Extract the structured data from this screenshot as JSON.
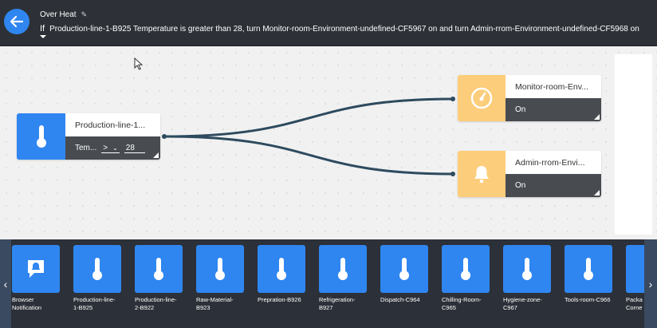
{
  "header": {
    "rule_name": "Over Heat",
    "if_label": "If",
    "rule_text": "Production-line-1-B925 Temperature is greater than 28, turn Monitor-room-Environment-undefined-CF5967 on and turn Admin-rrom-Environment-undefined-CF5968 on"
  },
  "source_node": {
    "title": "Production-line-1...",
    "field_label": "Tem...",
    "operator": ">",
    "value": "28",
    "icon": "thermometer-icon",
    "color": "#2f86f0"
  },
  "target_nodes": [
    {
      "title": "Monitor-room-Env...",
      "state": "On",
      "icon": "gauge-icon",
      "color": "#fccd7a"
    },
    {
      "title": "Admin-rrom-Envi...",
      "state": "On",
      "icon": "bell-icon",
      "color": "#fccd7a"
    }
  ],
  "palette": {
    "items": [
      {
        "label": "Browser\nNotification",
        "icon": "notification-icon"
      },
      {
        "label": "Production-line-\n1-B925",
        "icon": "thermometer-icon"
      },
      {
        "label": "Production-line-\n2-B922",
        "icon": "thermometer-icon"
      },
      {
        "label": "Raw-Material-\nB923",
        "icon": "thermometer-icon"
      },
      {
        "label": "Prepration-B926",
        "icon": "thermometer-icon"
      },
      {
        "label": "Refrigeration-\nB927",
        "icon": "thermometer-icon"
      },
      {
        "label": "Dispatch-C964",
        "icon": "thermometer-icon"
      },
      {
        "label": "Chilling-Room-\nC965",
        "icon": "thermometer-icon"
      },
      {
        "label": "Hygiene-zone-\nC967",
        "icon": "thermometer-icon"
      },
      {
        "label": "Tools-room-C966",
        "icon": "thermometer-icon"
      },
      {
        "label": "Packa\nCorne",
        "icon": "thermometer-icon"
      }
    ]
  },
  "colors": {
    "accent": "#2f86f0",
    "link": "#2d4a5e",
    "actuator": "#fccd7a"
  }
}
